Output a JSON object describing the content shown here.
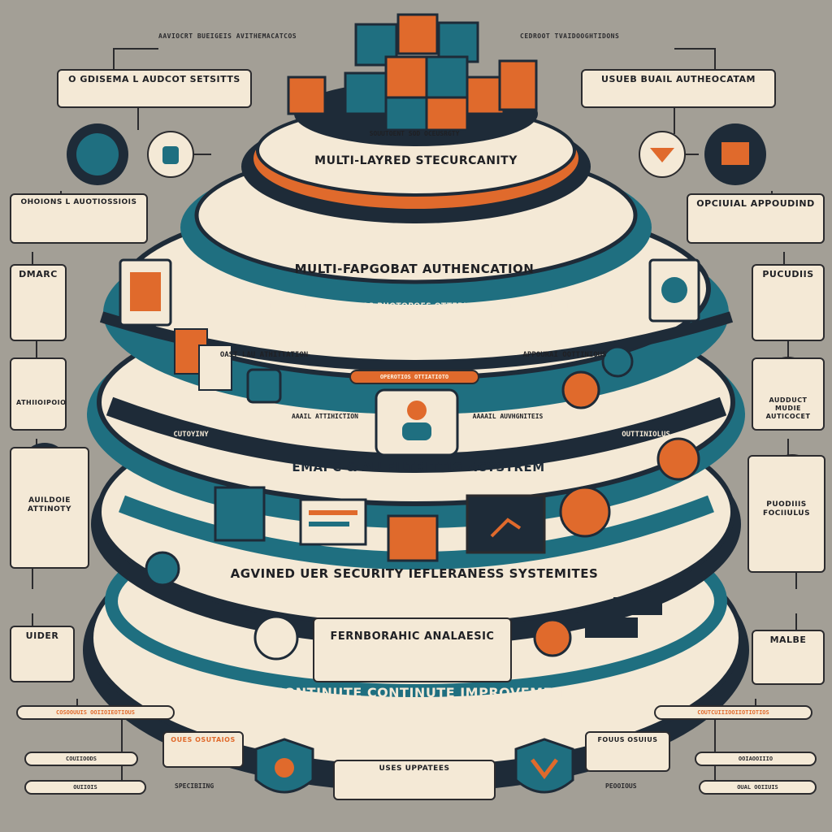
{
  "colors": {
    "background": "#a39f96",
    "teal": "#1f6f80",
    "dark_navy": "#1e2b38",
    "orange": "#e06a2c",
    "cream": "#f4e9d6"
  },
  "top_header_left": "AAVIOCRT BUEIGEIS AVITHEMACATCOS",
  "top_header_right": "CEDROOT TVAIDOOGHTIDONS",
  "top_block_caption": "SOUUTOENT SOD OCEUSRGTY",
  "layers": [
    {
      "title": "MULTI-LAYRED STECURCANITY"
    },
    {
      "title": "MULTI-FAPGOBAT AUTHENCATION",
      "subtitle": "AUUTIO TOTTIOS PURTAUAS PHOTOPOES OTTEPIS DOOSSIT ALLE PILEPED"
    },
    {
      "title": "EMAPC & AU FILTRITTIG ACYSTREM",
      "left_label": "OAST LAU ATHITTATION",
      "right_label": "APPOURAI OOTTINIOUS",
      "center_pill": "OPEROTIOS OTTIATIOTO",
      "side_left": "CUTOYINY",
      "side_right": "OUTTINIOLUS",
      "mid_left": "AAAIL ATTIHICTION",
      "mid_right": "AAAAIL AUVHGNITEIS"
    },
    {
      "title": "AGVINED UER SECURITY IEFLERANESS SYSTEMITES",
      "inner_box_title": "FERNBORAHIC ANALAESIC"
    },
    {
      "title": "POP VERATUCE CONTINUTE CONTINUTE IMPROVEMENT OF DEFENSCE"
    }
  ],
  "left_cards": [
    {
      "title": "O GDISEMA L AUDCOT SETSITTS"
    },
    {
      "title": "OHOIONS L AUOTIOSSIOIS"
    },
    {
      "title": "DMARC"
    },
    {
      "title": "ATHIIOIPOIOS"
    },
    {
      "title": "AUILDOIE ATTINOTY"
    },
    {
      "title": "UIDER"
    }
  ],
  "right_cards": [
    {
      "title": "USUEB BUAIL AUTHEOCATAM"
    },
    {
      "title": "OPCIUIAL APPOUDIND"
    },
    {
      "title": "PUCUDIIS"
    },
    {
      "title": "AUDDUCT MUDIE AUTICOCET"
    },
    {
      "title": "PUODIIIS FOCIIULUS"
    },
    {
      "title": "MALBE"
    }
  ],
  "bottom_left_card": "OUES OSUTAIOS",
  "bottom_center_card": "USES UPPATEES",
  "bottom_right_card": "FOUUS OSUIUS",
  "bottom_pills_left": [
    "COSOOUUIS OOIIOIEOTIOUS",
    "COUIIOODS",
    "OUIIOIS"
  ],
  "bottom_pills_right": [
    "COUTCUIIIOOIIOTIOTIOS",
    "OOIAOOIIIO",
    "OUAL OOIIUIS"
  ],
  "bottom_caption_left": "SPECIBIING",
  "bottom_caption_right": "PEOOIOUS"
}
